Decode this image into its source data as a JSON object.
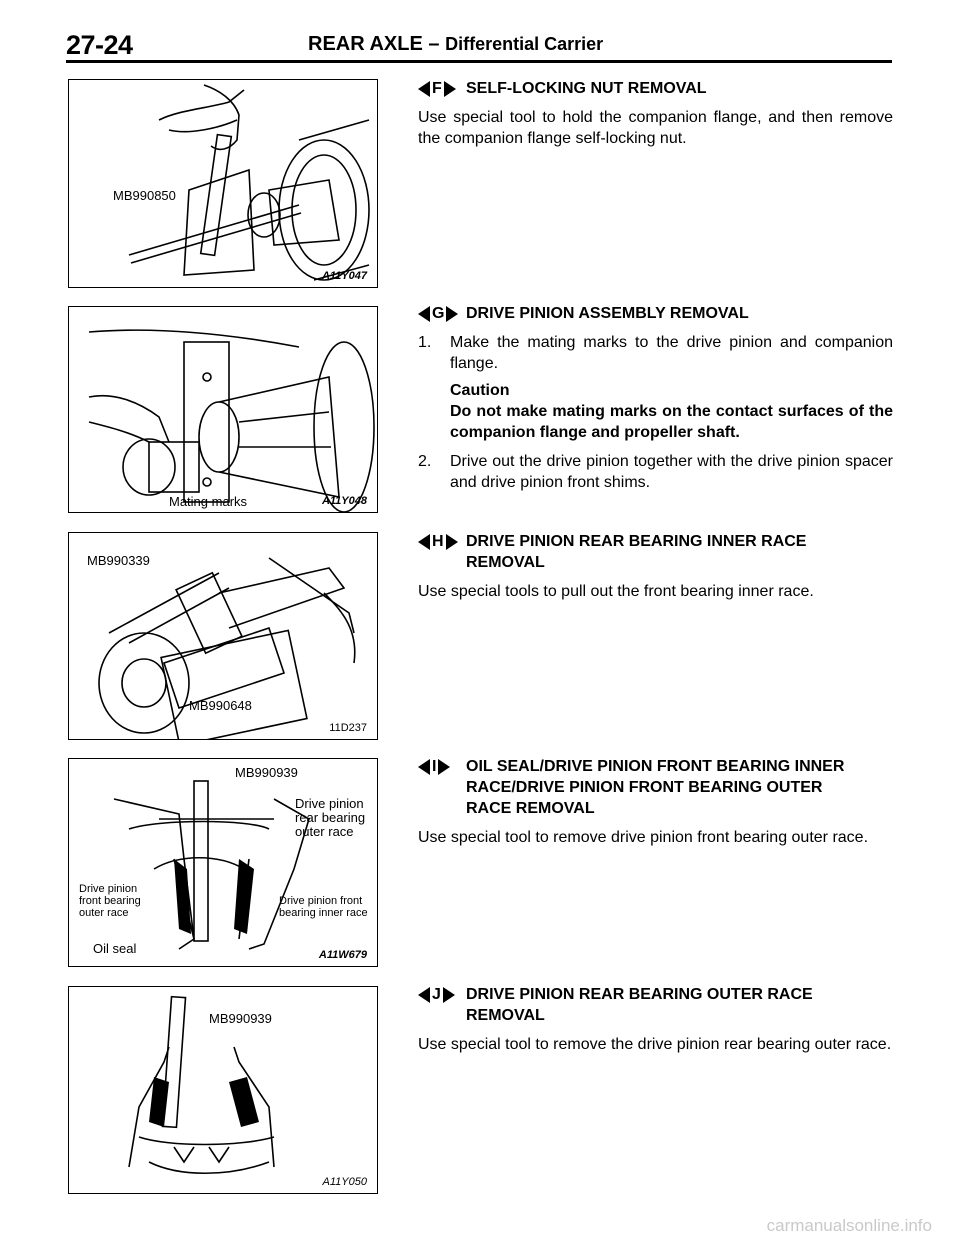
{
  "header": {
    "page_number": "27-24",
    "title": "REAR AXLE",
    "separator": "–",
    "subtitle": "Differential Carrier"
  },
  "figures": [
    {
      "labels": [
        "MB990850"
      ],
      "code": "A11Y047"
    },
    {
      "labels": [
        "Mating marks"
      ],
      "code": "A11Y048"
    },
    {
      "labels": [
        "MB990339",
        "MB990648"
      ],
      "code": "11D237"
    },
    {
      "labels": [
        "MB990939",
        "Drive pinion rear bearing outer race",
        "Drive pinion front bearing outer race",
        "Drive pinion front bearing inner race",
        "Oil seal"
      ],
      "code": "A11W679"
    },
    {
      "labels": [
        "MB990939"
      ],
      "code": "A11Y050"
    }
  ],
  "sections": [
    {
      "marker": "F",
      "title": "SELF-LOCKING NUT REMOVAL",
      "body": "Use special tool to hold the companion flange, and then remove the companion flange self-locking nut."
    },
    {
      "marker": "G",
      "title": "DRIVE PINION ASSEMBLY REMOVAL",
      "steps": [
        {
          "num": "1.",
          "text": "Make the mating marks to the drive pinion and companion flange."
        },
        {
          "num": "2.",
          "text": "Drive out the drive pinion together with the drive pinion spacer and drive pinion front shims."
        }
      ],
      "caution_label": "Caution",
      "caution_text": "Do not make mating marks on the contact surfaces of the companion flange and propeller shaft."
    },
    {
      "marker": "H",
      "title": "DRIVE PINION REAR BEARING INNER RACE REMOVAL",
      "body": "Use special tools to pull out the front bearing inner race."
    },
    {
      "marker": "I",
      "title": "OIL SEAL/DRIVE PINION FRONT BEARING INNER RACE/DRIVE PINION FRONT BEARING OUTER RACE REMOVAL",
      "body": "Use special tool to remove drive pinion front bearing outer race."
    },
    {
      "marker": "J",
      "title": "DRIVE PINION REAR BEARING OUTER RACE REMOVAL",
      "body": "Use special tool to remove the drive pinion rear bearing outer race."
    }
  ],
  "watermark": "carmanualsonline.info"
}
